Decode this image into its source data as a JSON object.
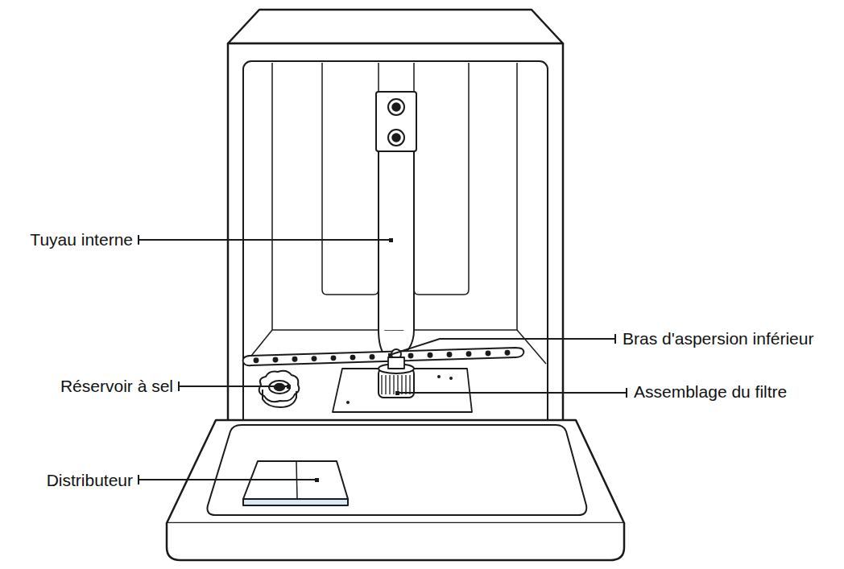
{
  "diagram": {
    "labels": [
      "Tuyau interne",
      "Bras d'aspersion inférieur",
      "Réservoir à sel",
      "Assemblage du filtre",
      "Distributeur"
    ]
  }
}
